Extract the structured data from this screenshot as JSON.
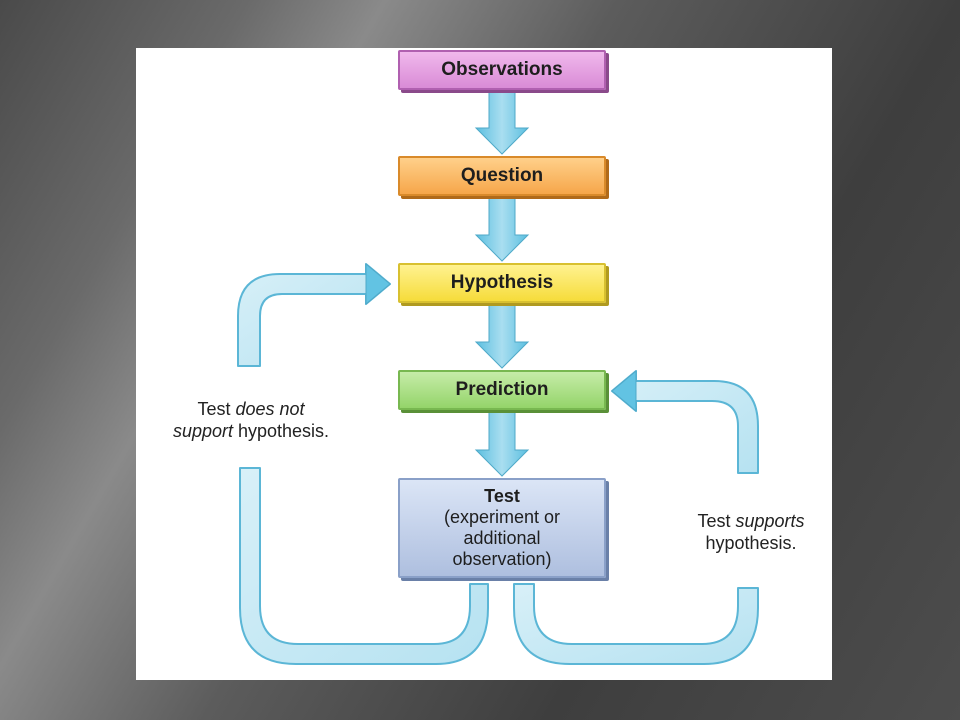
{
  "diagram": {
    "steps": {
      "observations": "Observations",
      "question": "Question",
      "hypothesis": "Hypothesis",
      "prediction": "Prediction",
      "test_title": "Test",
      "test_line1": "(experiment or",
      "test_line2": "additional",
      "test_line3": "observation)"
    },
    "left_label": {
      "line1_pre": "Test ",
      "line1_em": "does not",
      "line2_em": "support",
      "line2_post": " hypothesis."
    },
    "right_label": {
      "line1_pre": "Test ",
      "line1_em": "supports",
      "line2": "hypothesis."
    },
    "colors": {
      "arrow": "#7fcde6",
      "arrow_outline": "#4fa9c8",
      "observations": "#e6a0e2",
      "question": "#f8b862",
      "hypothesis": "#f8e45a",
      "prediction": "#a8dc80",
      "test": "#c2d0ec"
    }
  }
}
